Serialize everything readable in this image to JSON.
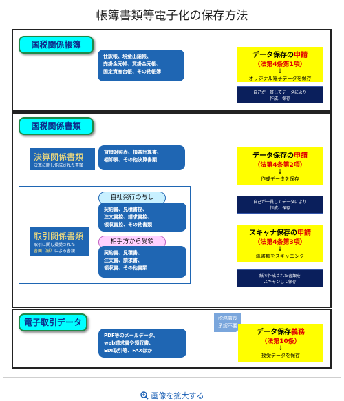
{
  "title": "帳簿書類等電子化の保存方法",
  "footer_link": "画像を拡大する",
  "colors": {
    "header_bg": "#00ffff",
    "blue_box": "#1f66b3",
    "yellow": "#ffff00",
    "navy": "#0a1f5c"
  },
  "sec1": {
    "header": "国税関係帳簿",
    "items": [
      "仕訳帳、現金出納帳、",
      "売掛金元帳、買掛金元帳、",
      "固定資産台帳、その他帳簿"
    ],
    "result": {
      "title_a": "データ保存の",
      "title_b": "申請",
      "sub": "（法第4条第1項）",
      "arrow": "↓",
      "text": "オリジナル電子データを保存"
    },
    "note": [
      "自己が一貫してデータにより",
      "作成、保存"
    ]
  },
  "sec2": {
    "header": "国税関係書類",
    "kessan": {
      "title": "決算関係書類",
      "sub": "決算に関し作成された書類"
    },
    "kessan_items": [
      "貸借対照表、損益計算書、",
      "棚卸表、その他決算書類"
    ],
    "torihiki": {
      "title": "取引関係書類",
      "sub1": "取引に関し授受された",
      "sub2a": "書面（紙）",
      "sub2b": "による書類"
    },
    "jisha": {
      "label": "自社発行の写し",
      "items": [
        "契約書、見積書控、",
        "注文書控、請求書控、",
        "領収書控、その他書類"
      ]
    },
    "aite": {
      "label": "相手方から受領",
      "items": [
        "契約書、見積書、",
        "注文書、請求書、",
        "領収書、その他書類"
      ]
    },
    "result1": {
      "title_a": "データ保存の",
      "title_b": "申請",
      "sub": "（法第4条第2項）",
      "arrow": "↓",
      "text": "作成データを保存"
    },
    "note1": [
      "自己が一貫してデータにより",
      "作成、保存"
    ],
    "result2": {
      "title_a": "スキャナ保存の",
      "title_b": "申請",
      "sub": "（法第4条第3項）",
      "arrow": "↓",
      "text": "紙書類をスキャニング"
    },
    "note2": [
      "紙で作成された書類を",
      "スキャンして保存"
    ]
  },
  "sec3": {
    "header": "電子取引データ",
    "items": [
      "PDF等のメールデータ、",
      "web請求書や領収書、",
      "EDI取引等、FAXほか"
    ],
    "tag": [
      "税務署長",
      "承認不要"
    ],
    "result": {
      "title_a": "データ保存",
      "title_b": "義務",
      "sub": "（法第10条）",
      "arrow": "↓",
      "text": "授受データを保存"
    }
  }
}
